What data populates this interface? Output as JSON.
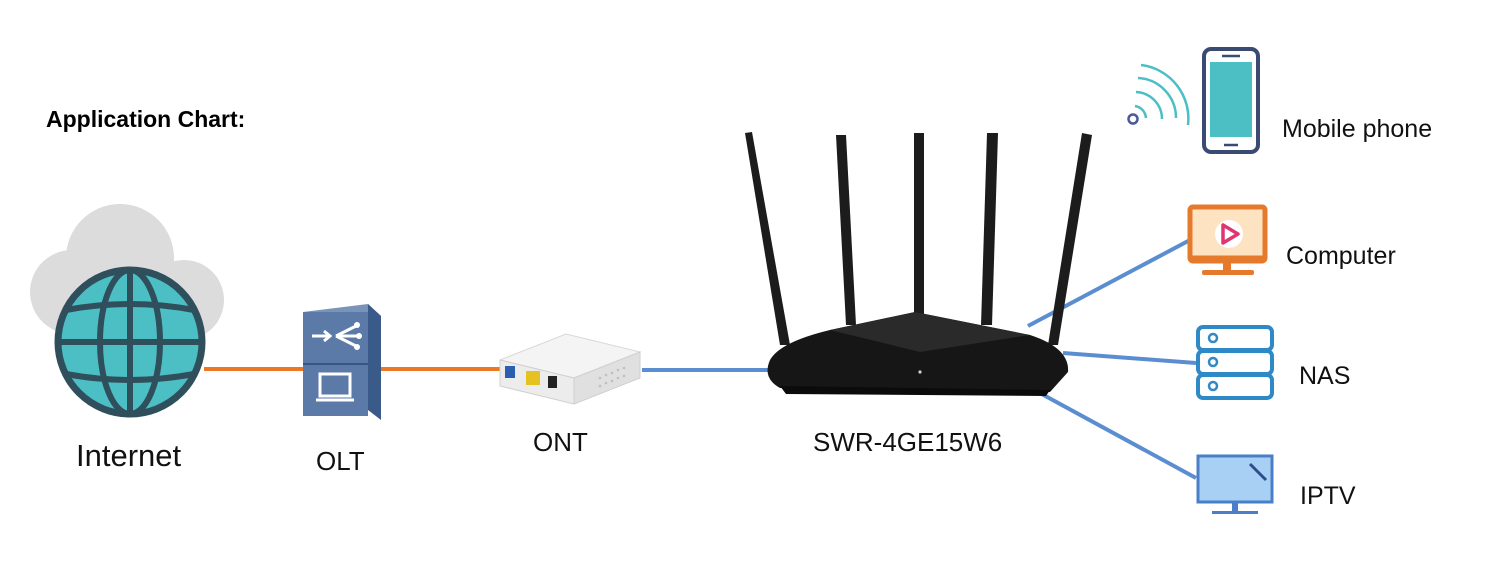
{
  "title": "Application Chart:",
  "nodes": {
    "internet": "Internet",
    "olt": "OLT",
    "ont": "ONT",
    "router": "SWR-4GE15W6",
    "mobile": "Mobile phone",
    "computer": "Computer",
    "nas": "NAS",
    "iptv": "IPTV"
  },
  "icons": {
    "internet": "globe-cloud-icon",
    "olt": "olt-device-icon",
    "ont": "ont-device-icon",
    "router": "router-icon",
    "mobile": "mobile-phone-icon",
    "wifi": "wifi-signal-icon",
    "computer": "computer-monitor-icon",
    "nas": "nas-server-icon",
    "iptv": "tv-icon"
  },
  "colors": {
    "fiber_link": "#ec7724",
    "ethernet_link": "#5a8ed0",
    "globe": "#4cbfc4",
    "computer": "#e67a2c",
    "nas": "#2d8ac6",
    "iptv": "#4a7fc7",
    "wifi": "#4cbfc4"
  }
}
